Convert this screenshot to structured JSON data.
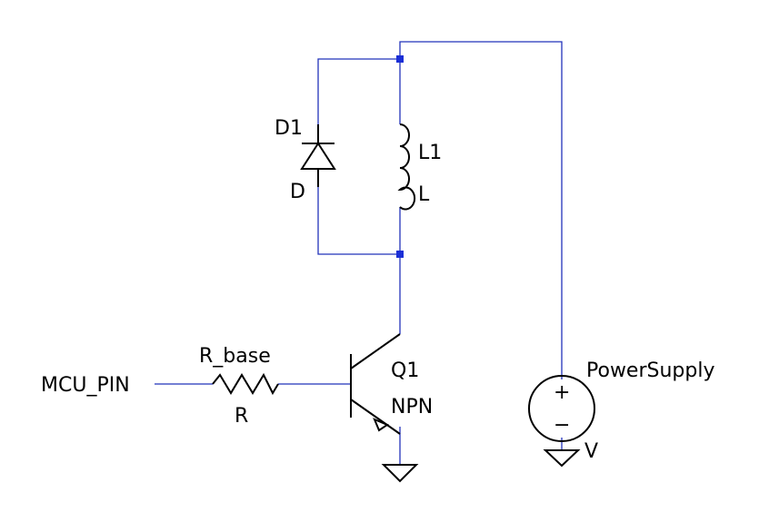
{
  "schematic": {
    "colors": {
      "wire": "#2233bb",
      "component": "#000000",
      "junction": "#1a2fd6",
      "background": "#ffffff"
    },
    "diode": {
      "ref": "D1",
      "value": "D"
    },
    "inductor": {
      "ref": "L1",
      "value": "L"
    },
    "transistor": {
      "ref": "Q1",
      "value": "NPN"
    },
    "resistor": {
      "ref": "R_base",
      "value": "R"
    },
    "source": {
      "ref": "PowerSupply",
      "value": "V",
      "plus": "+",
      "minus": "−"
    },
    "net_label": "MCU_PIN"
  }
}
